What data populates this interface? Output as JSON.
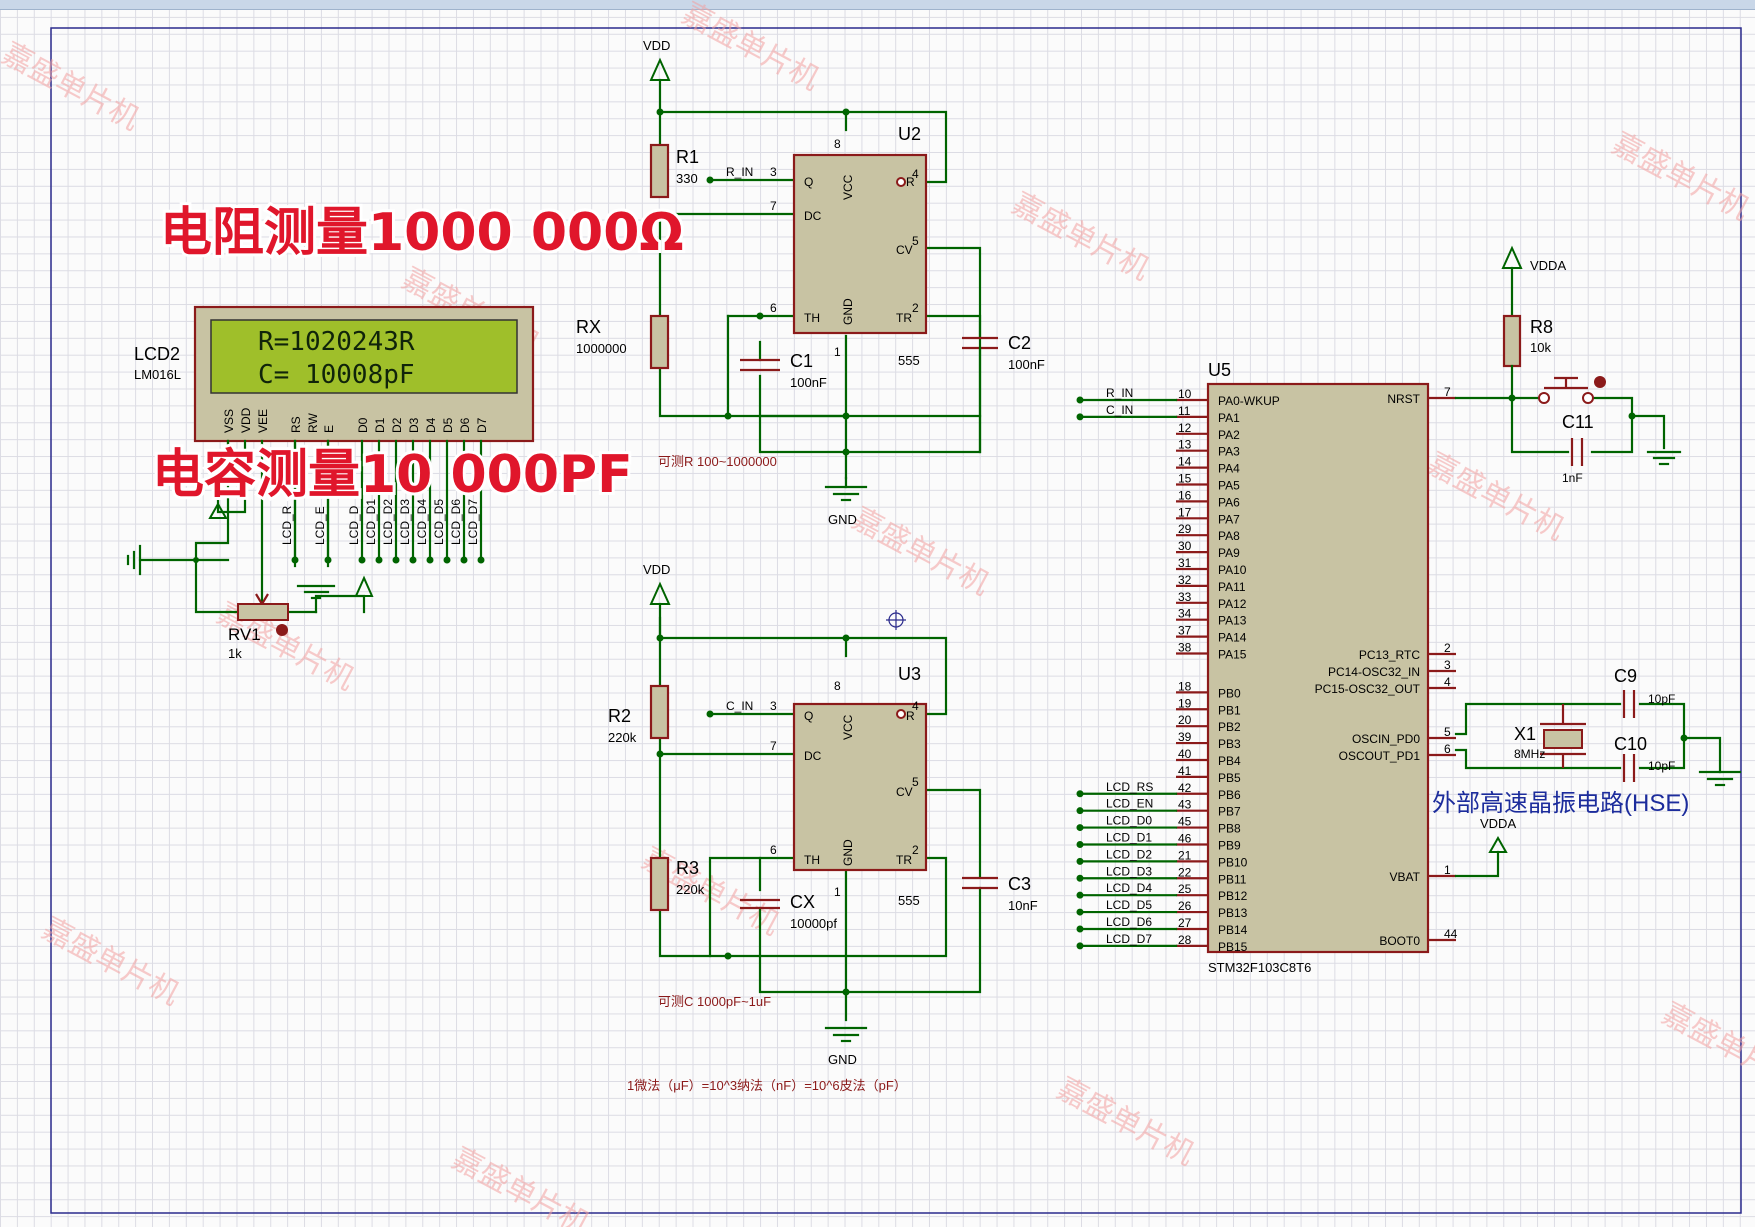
{
  "annotations": {
    "resistance": "电阻测量1000 000Ω",
    "capacitance": "电容测量10 000PF",
    "range_r": "可测R 100~1000000",
    "range_c": "可测C 1000pF~1uF",
    "unit_note": "1微法（μF）=10^3纳法（nF）=10^6皮法（pF）",
    "hse": "外部高速晶振电路(HSE)"
  },
  "watermark": "嘉盛单片机",
  "lcd": {
    "ref": "LCD2",
    "part": "LM016L",
    "line1": "R=1020243R",
    "line2": "C=   10008pF",
    "pins": [
      "VSS",
      "VDD",
      "VEE",
      "RS",
      "RW",
      "E",
      "D0",
      "D1",
      "D2",
      "D3",
      "D4",
      "D5",
      "D6",
      "D7"
    ],
    "net_labels": [
      "LCD_R",
      "LCD_E",
      "LCD_D",
      "LCD_D1",
      "LCD_D2",
      "LCD_D3",
      "LCD_D4",
      "LCD_D5",
      "LCD_D6",
      "LCD_D7"
    ]
  },
  "rv1": {
    "ref": "RV1",
    "value": "1k"
  },
  "power": {
    "vdd": "VDD",
    "vdda": "VDDA",
    "gnd": "GND"
  },
  "timer_top": {
    "ref": "U2",
    "part": "555",
    "pins": {
      "q": "Q",
      "dc": "DC",
      "th": "TH",
      "vcc": "VCC",
      "gnd": "GND",
      "r": "R",
      "cv": "CV",
      "tr": "TR"
    },
    "pin_nums": {
      "q": "3",
      "dc": "7",
      "th": "6",
      "vcc": "8",
      "gnd": "1",
      "r": "4",
      "cv": "5",
      "tr": "2"
    },
    "net": "R_IN",
    "r1": {
      "ref": "R1",
      "value": "330"
    },
    "rx": {
      "ref": "RX",
      "value": "1000000"
    },
    "c1": {
      "ref": "C1",
      "value": "100nF"
    },
    "c2": {
      "ref": "C2",
      "value": "100nF"
    }
  },
  "timer_bottom": {
    "ref": "U3",
    "part": "555",
    "net": "C_IN",
    "r2": {
      "ref": "R2",
      "value": "220k"
    },
    "r3": {
      "ref": "R3",
      "value": "220k"
    },
    "cx": {
      "ref": "CX",
      "value": "10000pf"
    },
    "c3": {
      "ref": "C3",
      "value": "10nF"
    }
  },
  "mcu": {
    "ref": "U5",
    "part": "STM32F103C8T6",
    "left_pins": [
      {
        "num": "10",
        "name": "PA0-WKUP",
        "net": "R_IN"
      },
      {
        "num": "11",
        "name": "PA1",
        "net": "C_IN"
      },
      {
        "num": "12",
        "name": "PA2",
        "net": ""
      },
      {
        "num": "13",
        "name": "PA3",
        "net": ""
      },
      {
        "num": "14",
        "name": "PA4",
        "net": ""
      },
      {
        "num": "15",
        "name": "PA5",
        "net": ""
      },
      {
        "num": "16",
        "name": "PA6",
        "net": ""
      },
      {
        "num": "17",
        "name": "PA7",
        "net": ""
      },
      {
        "num": "29",
        "name": "PA8",
        "net": ""
      },
      {
        "num": "30",
        "name": "PA9",
        "net": ""
      },
      {
        "num": "31",
        "name": "PA10",
        "net": ""
      },
      {
        "num": "32",
        "name": "PA11",
        "net": ""
      },
      {
        "num": "33",
        "name": "PA12",
        "net": ""
      },
      {
        "num": "34",
        "name": "PA13",
        "net": ""
      },
      {
        "num": "37",
        "name": "PA14",
        "net": ""
      },
      {
        "num": "38",
        "name": "PA15",
        "net": ""
      },
      {
        "num": "18",
        "name": "PB0",
        "net": ""
      },
      {
        "num": "19",
        "name": "PB1",
        "net": ""
      },
      {
        "num": "20",
        "name": "PB2",
        "net": ""
      },
      {
        "num": "39",
        "name": "PB3",
        "net": ""
      },
      {
        "num": "40",
        "name": "PB4",
        "net": ""
      },
      {
        "num": "41",
        "name": "PB5",
        "net": ""
      },
      {
        "num": "42",
        "name": "PB6",
        "net": "LCD_RS"
      },
      {
        "num": "43",
        "name": "PB7",
        "net": "LCD_EN"
      },
      {
        "num": "45",
        "name": "PB8",
        "net": "LCD_D0"
      },
      {
        "num": "46",
        "name": "PB9",
        "net": "LCD_D1"
      },
      {
        "num": "21",
        "name": "PB10",
        "net": "LCD_D2"
      },
      {
        "num": "22",
        "name": "PB11",
        "net": "LCD_D3"
      },
      {
        "num": "25",
        "name": "PB12",
        "net": "LCD_D4"
      },
      {
        "num": "26",
        "name": "PB13",
        "net": "LCD_D5"
      },
      {
        "num": "27",
        "name": "PB14",
        "net": "LCD_D6"
      },
      {
        "num": "28",
        "name": "PB15",
        "net": "LCD_D7"
      }
    ],
    "right_pins": [
      {
        "num": "7",
        "name": "NRST"
      },
      {
        "num": "2",
        "name": "PC13_RTC"
      },
      {
        "num": "3",
        "name": "PC14-OSC32_IN"
      },
      {
        "num": "4",
        "name": "PC15-OSC32_OUT"
      },
      {
        "num": "5",
        "name": "OSCIN_PD0"
      },
      {
        "num": "6",
        "name": "OSCOUT_PD1"
      },
      {
        "num": "1",
        "name": "VBAT"
      },
      {
        "num": "44",
        "name": "BOOT0"
      }
    ]
  },
  "reset": {
    "r8": {
      "ref": "R8",
      "value": "10k"
    },
    "c11": {
      "ref": "C11",
      "value": "1nF"
    }
  },
  "crystal": {
    "x1": {
      "ref": "X1",
      "value": "8MHz"
    },
    "c9": {
      "ref": "C9",
      "value": "10pF"
    },
    "c10": {
      "ref": "C10",
      "value": "10pF"
    }
  }
}
